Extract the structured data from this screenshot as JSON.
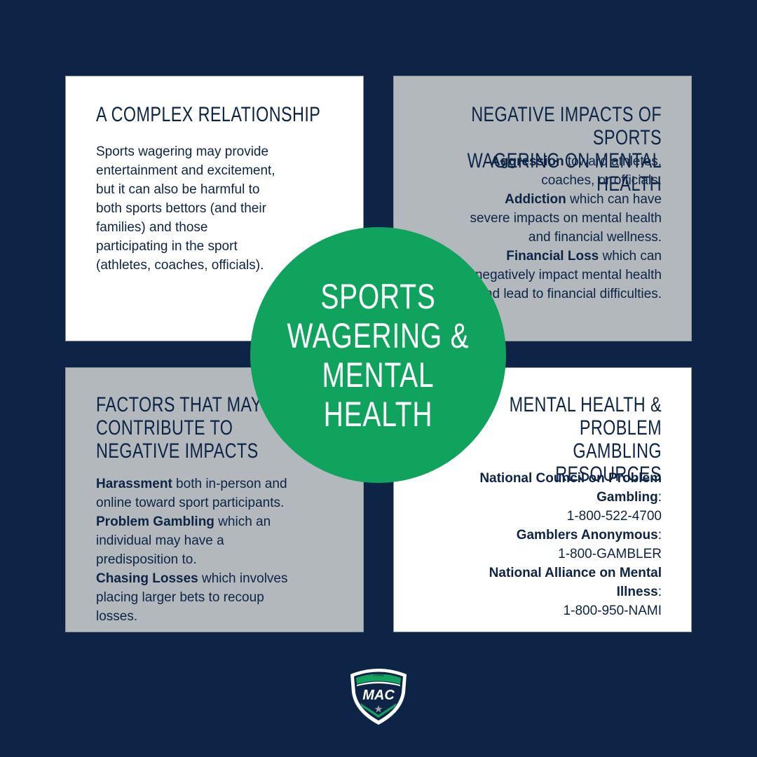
{
  "center": {
    "line1": "SPORTS",
    "line2": "WAGERING &",
    "line3": "MENTAL HEALTH",
    "color": "#10a35d"
  },
  "panels": {
    "complex": {
      "title": "A COMPLEX RELATIONSHIP",
      "body": "Sports wagering may provide entertainment and excitement, but it can also be harmful to both sports bettors (and their families) and those participating in the sport (athletes, coaches, officials)."
    },
    "negative": {
      "title_line1": "NEGATIVE IMPACTS OF SPORTS",
      "title_line2": "WAGERING ON MENTAL HEALTH",
      "items": [
        {
          "bold": "Aggression",
          "text": " toward athletes, coaches, or officials."
        },
        {
          "bold": "Addiction",
          "text": " which can have severe impacts on mental health and financial wellness."
        },
        {
          "bold": "Financial Loss",
          "text": " which can negatively impact mental health and lead to financial difficulties."
        }
      ]
    },
    "factors": {
      "title_line1": "FACTORS THAT MAY",
      "title_line2": "CONTRIBUTE TO",
      "title_line3": "NEGATIVE IMPACTS",
      "items": [
        {
          "bold": "Harassment",
          "text": " both in-person and online toward sport participants."
        },
        {
          "bold": "Problem Gambling",
          "text": " which an individual may have a predisposition to."
        },
        {
          "bold": "Chasing Losses",
          "text": " which involves placing larger bets to recoup losses."
        }
      ]
    },
    "resources": {
      "title_line1": "MENTAL HEALTH &",
      "title_line2": "PROBLEM GAMBLING",
      "title_line3": "RESOURCES",
      "items": [
        {
          "name": "National Council on Problem Gambling",
          "suffix": ":",
          "phone": "1-800-522-4700"
        },
        {
          "name": "Gamblers Anonymous",
          "suffix": ":",
          "phone": "1-800-GAMBLER"
        },
        {
          "name": "National Alliance on Mental Illness",
          "suffix": ":",
          "phone": "1-800-950-NAMI"
        }
      ]
    }
  },
  "logo": {
    "year": "1946",
    "text": "MAC",
    "icon": "mac-conference-logo-icon"
  },
  "colors": {
    "background": "#0d2447",
    "panel_grey": "#b2b8bb",
    "panel_white": "#ffffff",
    "accent_green": "#10a35d"
  }
}
